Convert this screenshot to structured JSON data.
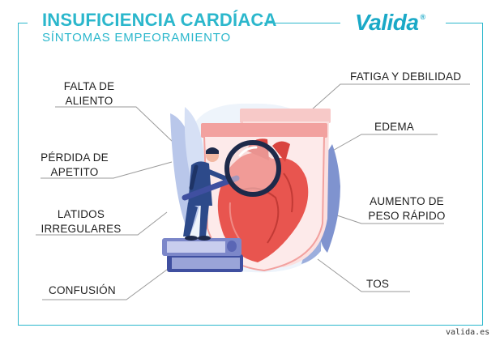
{
  "header": {
    "title": "INSUFICIENCIA CARDÍACA",
    "subtitle": "SÍNTOMAS EMPEORAMIENTO"
  },
  "brand": {
    "logo_text": "Valida",
    "logo_mark": "®",
    "color": "#1aa9c7"
  },
  "symptoms_left": [
    {
      "line1": "FALTA DE",
      "line2": "ALIENTO"
    },
    {
      "line1": "PÉRDIDA DE",
      "line2": "APETITO"
    },
    {
      "line1": "LATIDOS",
      "line2": "IRREGULARES"
    },
    {
      "line1": "CONFUSIÓN",
      "line2": ""
    }
  ],
  "symptoms_right": [
    {
      "line1": "FATIGA Y DEBILIDAD",
      "line2": ""
    },
    {
      "line1": "EDEMA",
      "line2": ""
    },
    {
      "line1": "AUMENTO DE",
      "line2": "PESO RÁPIDO"
    },
    {
      "line1": "TOS",
      "line2": ""
    }
  ],
  "illustration": {
    "icons": [
      "heart-icon",
      "magnifier-icon",
      "person-icon",
      "books-icon",
      "leaf-icon",
      "shield-icon"
    ]
  },
  "colors": {
    "accent": "#2bb7cc",
    "heart": "#e8554f",
    "shield": "#f2a19f",
    "person": "#2d4a8a",
    "books": "#7c87c9",
    "leaves": "#8fa3d6"
  },
  "footer": {
    "site": "valida.es"
  }
}
